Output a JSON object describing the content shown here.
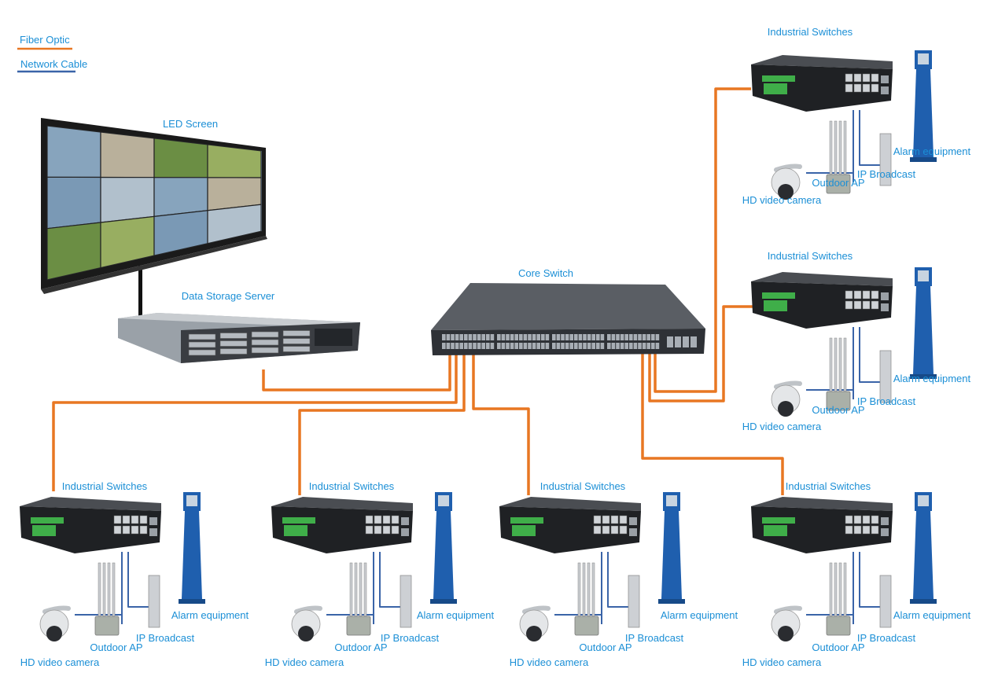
{
  "legend": {
    "fiber_label": "Fiber Optic",
    "cable_label": "Network Cable",
    "fiber_color": "#e87722",
    "cable_color": "#3a64a8"
  },
  "colors": {
    "label": "#1b8fd6",
    "device_dark": "#2b2b2b",
    "port_green": "#3fae49",
    "alarm_blue": "#1f5fae"
  },
  "center": {
    "led_screen": "LED Screen",
    "data_storage_server": "Data Storage Server",
    "core_switch": "Core Switch"
  },
  "sites": [
    {
      "switch": "Industrial Switches",
      "camera": "HD video camera",
      "ap": "Outdoor AP",
      "broadcast": "IP Broadcast",
      "alarm": "Alarm equipment"
    },
    {
      "switch": "Industrial Switches",
      "camera": "HD video camera",
      "ap": "Outdoor AP",
      "broadcast": "IP Broadcast",
      "alarm": "Alarm equipment"
    },
    {
      "switch": "Industrial  Switches",
      "camera": "HD video camera",
      "ap": "Outdoor AP",
      "broadcast": "IP Broadcast",
      "alarm": "Alarm equipment"
    },
    {
      "switch": "Industrial  Switches",
      "camera": "HD video camera",
      "ap": "Outdoor AP",
      "broadcast": "IP Broadcast",
      "alarm": "Alarm equipment"
    },
    {
      "switch": "Industrial  Switches",
      "camera": "HD video camera",
      "ap": "Outdoor AP",
      "broadcast": "IP Broadcast",
      "alarm": "Alarm equipment"
    },
    {
      "switch": "Industrial Switches",
      "camera": "HD video camera",
      "ap": "Outdoor AP",
      "broadcast": "IP Broadcast",
      "alarm": "Alarm equipment"
    }
  ]
}
